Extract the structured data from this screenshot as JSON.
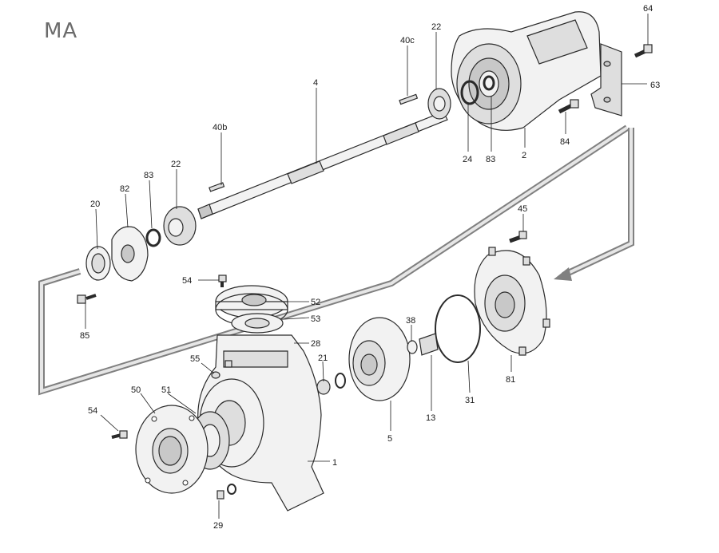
{
  "model_label": "MA",
  "callouts": {
    "c64": "64",
    "c63": "63",
    "c84": "84",
    "c2": "2",
    "c83a": "83",
    "c24": "24",
    "c22a": "22",
    "c40c": "40c",
    "c4": "4",
    "c40b": "40b",
    "c22b": "22",
    "c83b": "83",
    "c82": "82",
    "c20": "20",
    "c45": "45",
    "c81": "81",
    "c31": "31",
    "c13": "13",
    "c38": "38",
    "c5": "5",
    "c21": "21",
    "c28": "28",
    "c53": "53",
    "c52": "52",
    "c54a": "54",
    "c55": "55",
    "c85": "85",
    "c50": "50",
    "c51": "51",
    "c54b": "54",
    "c1": "1",
    "c29": "29"
  }
}
